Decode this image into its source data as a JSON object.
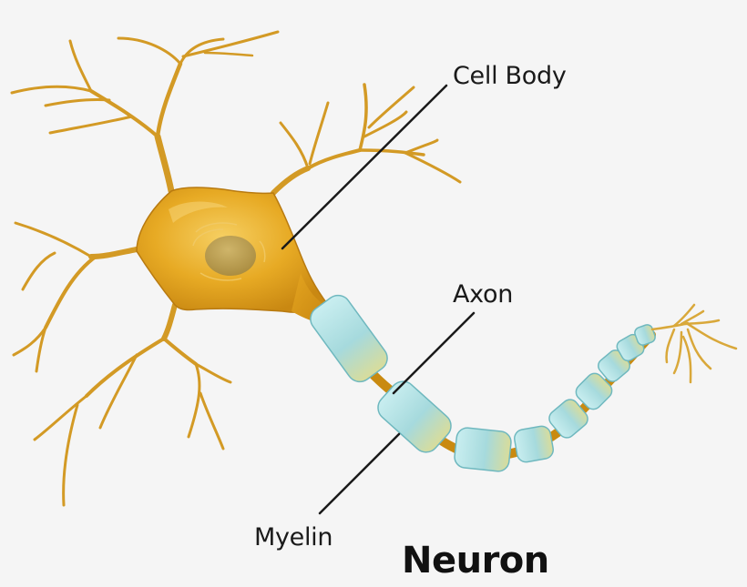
{
  "diagram": {
    "title": "Neuron",
    "subject": "neuron-anatomy",
    "background_color": "#f5f5f5",
    "colors": {
      "soma": "#e0a21c",
      "soma_highlight": "#f3c85a",
      "nucleus": "#b89a4c",
      "dendrite": "#d9a02a",
      "myelin": "#a8dce0",
      "myelin_edge": "#6fb8bf",
      "node_of_ranvier": "#c98a10",
      "leader_line": "#1a1a1a"
    },
    "labels": [
      {
        "id": "cell-body",
        "text": "Cell Body",
        "points_to": "soma"
      },
      {
        "id": "axon",
        "text": "Axon",
        "points_to": "node-between-myelin-segments"
      },
      {
        "id": "myelin",
        "text": "Myelin",
        "points_to": "myelin-sheath-segment"
      }
    ],
    "parts": [
      "dendrites",
      "soma",
      "nucleus",
      "axon-hillock",
      "myelin-sheath",
      "nodes-of-ranvier",
      "axon-terminals"
    ]
  }
}
